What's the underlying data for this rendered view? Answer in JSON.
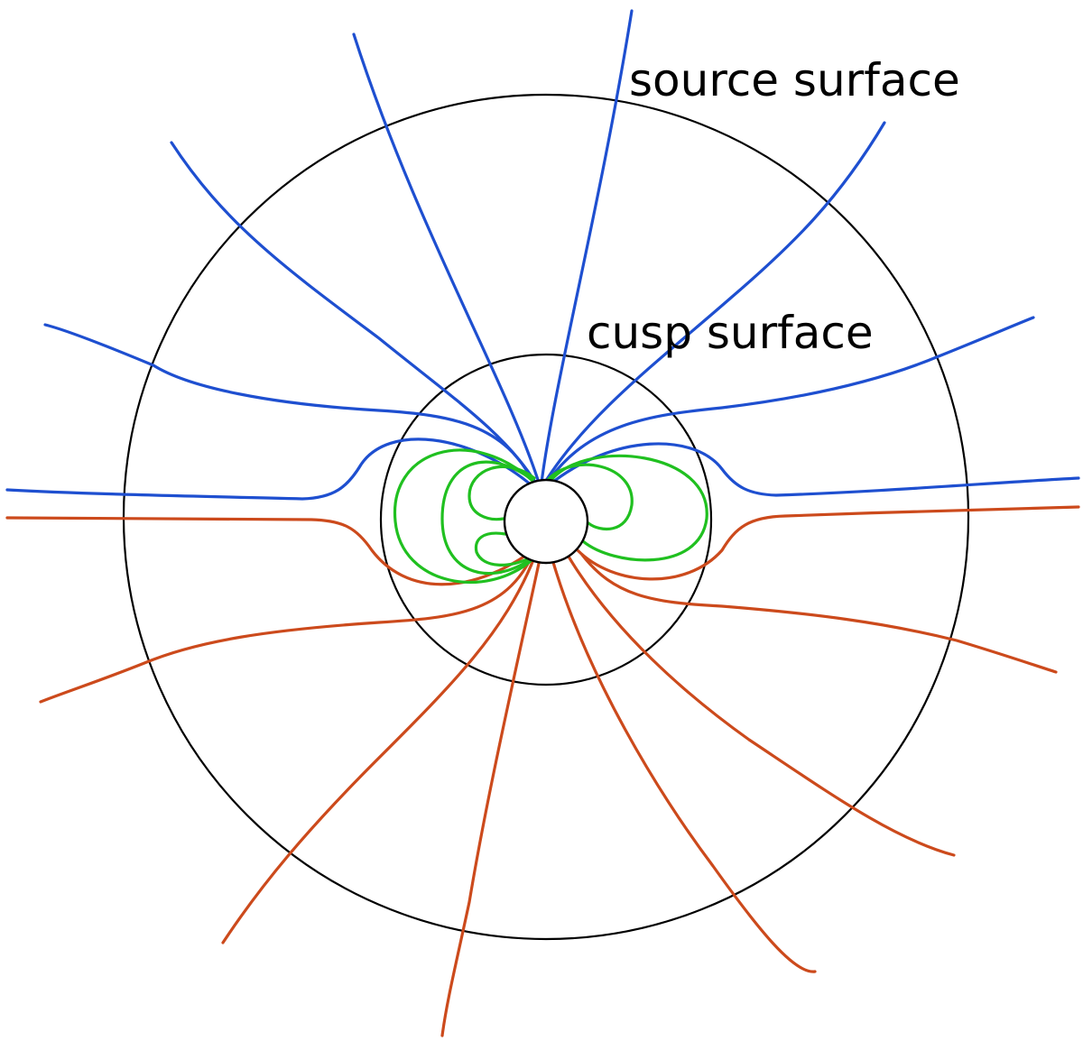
{
  "labels": {
    "source_surface": "source surface",
    "cusp_surface": "cusp surface"
  },
  "colors": {
    "northern_open_field": "#1e4fd0",
    "southern_open_field": "#cc4a1c",
    "closed_field": "#20c020",
    "surfaces": "#000000"
  },
  "elements": {
    "star": "star",
    "cusp_surface": "cusp surface",
    "source_surface": "source surface",
    "northern_open_field_lines": "northern open field lines",
    "southern_open_field_lines": "southern open field lines",
    "closed_field_loops": "closed field loops"
  }
}
